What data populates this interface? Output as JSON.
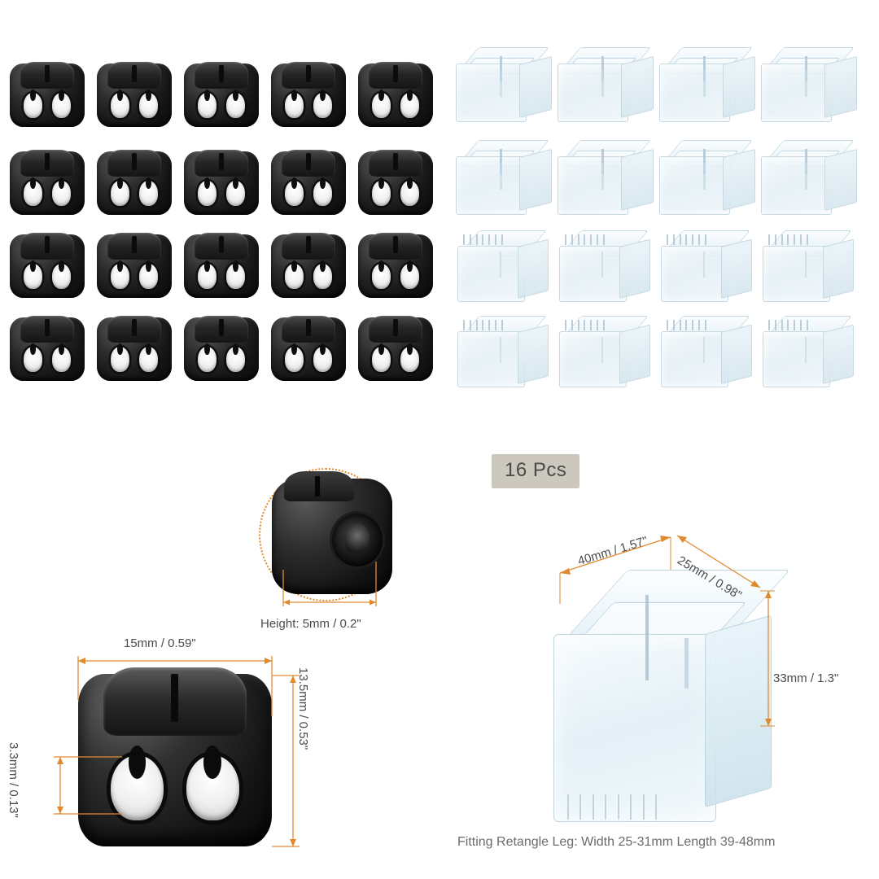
{
  "product": {
    "quantity_badge": "16 Pcs",
    "fitting_note": "Fitting Retangle Leg: Width 25-31mm Length 39-48mm"
  },
  "grids": {
    "cord_locks": {
      "rows": 4,
      "cols": 5,
      "color": "#121212"
    },
    "clear_caps": {
      "rows": 4,
      "cols": 4,
      "color": "#e9f3f8"
    }
  },
  "callouts": {
    "detail_height": "Height: 5mm / 0.2\"",
    "lock_width": "15mm / 0.59\"",
    "lock_height": "13.5mm / 0.53\"",
    "lock_thickness": "3.3mm / 0.13\"",
    "cap_length": "40mm / 1.57\"",
    "cap_width": "25mm / 0.98\"",
    "cap_height": "33mm / 1.3\""
  },
  "colors": {
    "badge_bg": "#cdc8bd",
    "badge_text": "#4a4a4a",
    "dimension_line": "#e08a2e",
    "caption_text": "#6b6b6b",
    "background": "#ffffff"
  }
}
